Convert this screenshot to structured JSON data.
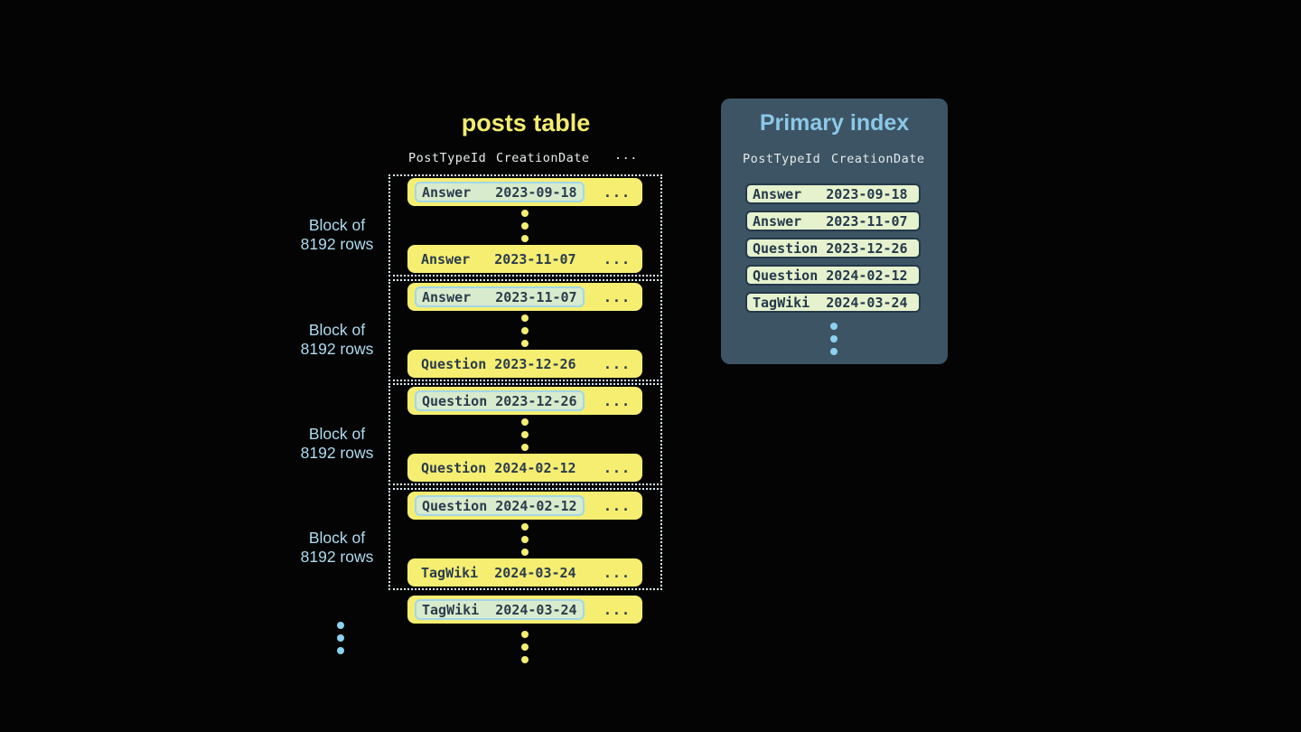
{
  "posts_table": {
    "title": "posts table",
    "headers": {
      "col1": "PostTypeId",
      "col2": "CreationDate",
      "col3": "..."
    },
    "row_ellipsis": "...",
    "block_label": {
      "line1": "Block of",
      "line2": "8192 rows"
    },
    "blocks": [
      {
        "first": {
          "type": "Answer",
          "date": "2023-09-18"
        },
        "last": {
          "type": "Answer",
          "date": "2023-11-07"
        }
      },
      {
        "first": {
          "type": "Answer",
          "date": "2023-11-07"
        },
        "last": {
          "type": "Question",
          "date": "2023-12-26"
        }
      },
      {
        "first": {
          "type": "Question",
          "date": "2023-12-26"
        },
        "last": {
          "type": "Question",
          "date": "2024-02-12"
        }
      },
      {
        "first": {
          "type": "Question",
          "date": "2024-02-12"
        },
        "last": {
          "type": "TagWiki",
          "date": "2024-03-24"
        }
      }
    ],
    "overflow_row": {
      "type": "TagWiki",
      "date": "2024-03-24"
    }
  },
  "primary_index": {
    "title": "Primary index",
    "headers": {
      "col1": "PostTypeId",
      "col2": "CreationDate"
    },
    "rows": [
      {
        "type": "Answer",
        "date": "2023-09-18"
      },
      {
        "type": "Answer",
        "date": "2023-11-07"
      },
      {
        "type": "Question",
        "date": "2023-12-26"
      },
      {
        "type": "Question",
        "date": "2024-02-12"
      },
      {
        "type": "TagWiki",
        "date": "2024-03-24"
      }
    ]
  },
  "colors": {
    "background": "#040404",
    "row_yellow": "#f5ee71",
    "row_text": "#2b3c4e",
    "highlight_fill": "#d8ebcc",
    "highlight_border": "#a3d7e9",
    "block_border": "#dbeef8",
    "panel_bg": "#3d5464",
    "panel_title_blue": "#8bc8e8",
    "index_pill_fill": "#e6f2cd",
    "index_pill_border": "#25394b",
    "header_text": "#e9edee",
    "label_blue": "#aedcf0",
    "dot_blue": "#8ad2f0",
    "title_yellow": "#f3ec70"
  }
}
